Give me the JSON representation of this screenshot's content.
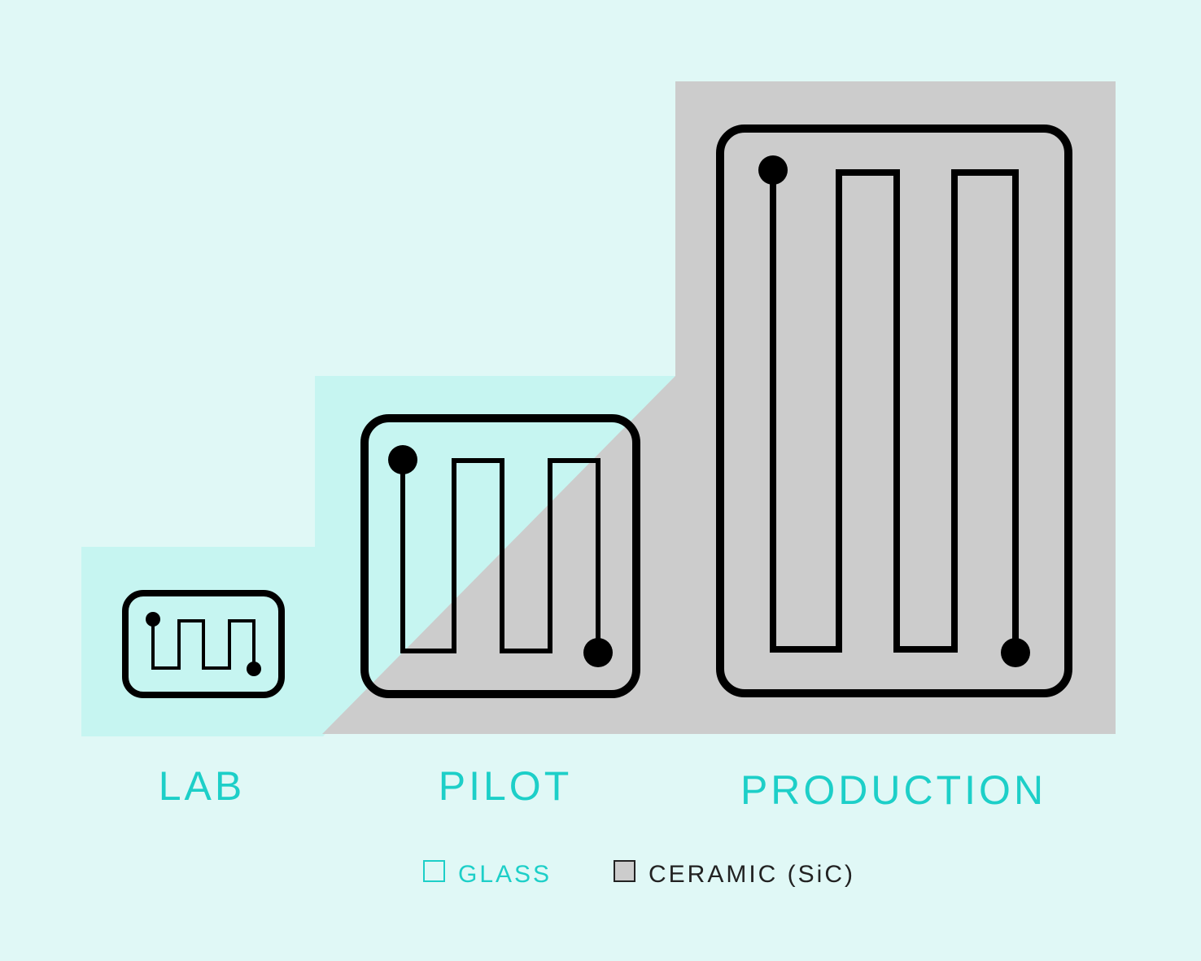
{
  "colors": {
    "page_background": "#e0f8f6",
    "glass_fill": "#c6f5f1",
    "ceramic_fill": "#cccccc",
    "accent_text": "#1dcfc8",
    "dark_text": "#222222",
    "outline": "#000000"
  },
  "stages": [
    {
      "id": "lab",
      "label": "LAB",
      "material": "glass"
    },
    {
      "id": "pilot",
      "label": "PILOT",
      "material": "glass / ceramic"
    },
    {
      "id": "production",
      "label": "PRODUCTION",
      "material": "ceramic"
    }
  ],
  "legend": [
    {
      "label": "GLASS",
      "material": "glass"
    },
    {
      "label": "CERAMIC (SiC)",
      "material": "ceramic"
    }
  ]
}
